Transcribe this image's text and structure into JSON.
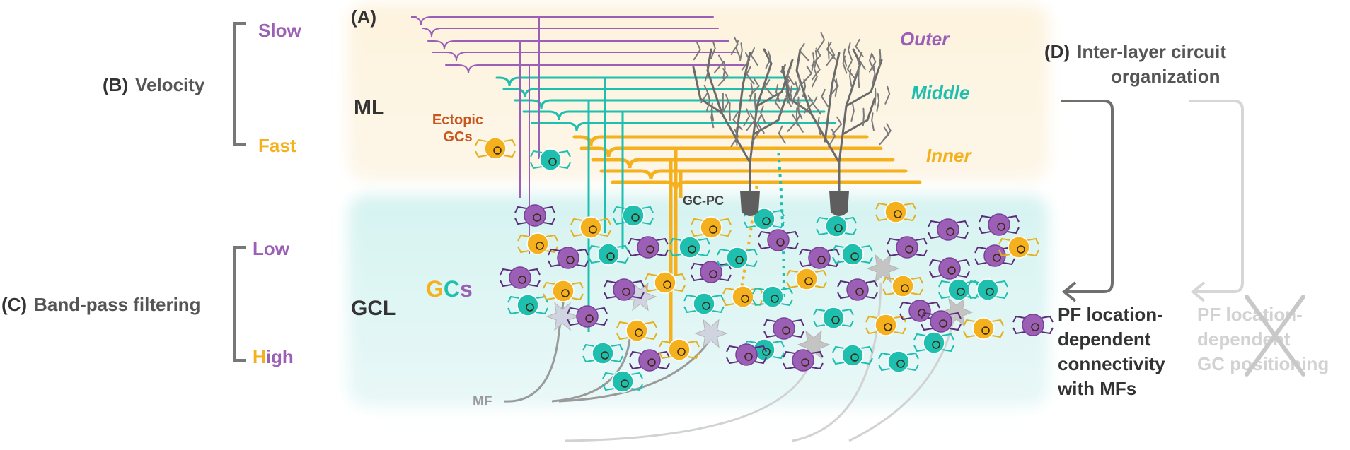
{
  "panels": {
    "A": "(A)",
    "B": {
      "letter": "(B)",
      "title": "Velocity",
      "top": "Slow",
      "bottom": "Fast"
    },
    "C": {
      "letter": "(C)",
      "title": "Band-pass filtering",
      "top": "Low",
      "bottom_h": "H",
      "bottom_rest": "igh"
    },
    "D": {
      "letter": "(D)",
      "title_line1": "Inter-layer circuit",
      "title_line2": "organization"
    }
  },
  "layers": {
    "ml": "ML",
    "gcl": "GCL"
  },
  "sublayers": {
    "outer": "Outer",
    "middle": "Middle",
    "inner": "Inner"
  },
  "labels": {
    "ectopic_line1": "Ectopic",
    "ectopic_line2": "GCs",
    "gc_pc": "GC-PC",
    "gcs_g": "G",
    "gcs_c": "C",
    "gcs_s": "s",
    "mf": "MF"
  },
  "outcome_left": [
    "PF location-",
    "dependent",
    "connectivity",
    "with MFs"
  ],
  "outcome_right": [
    "PF location-",
    "dependent",
    "GC positioning"
  ],
  "colors": {
    "purple": "#9b5fb5",
    "teal": "#1fbfb0",
    "orange": "#f5b01e",
    "brown": "#c8561f",
    "dark": "#333333",
    "grey": "#777777",
    "light_grey": "#d4d4d4",
    "ml_bg": "#fdf2dc",
    "gcl_bg": "#dcf4f2"
  }
}
